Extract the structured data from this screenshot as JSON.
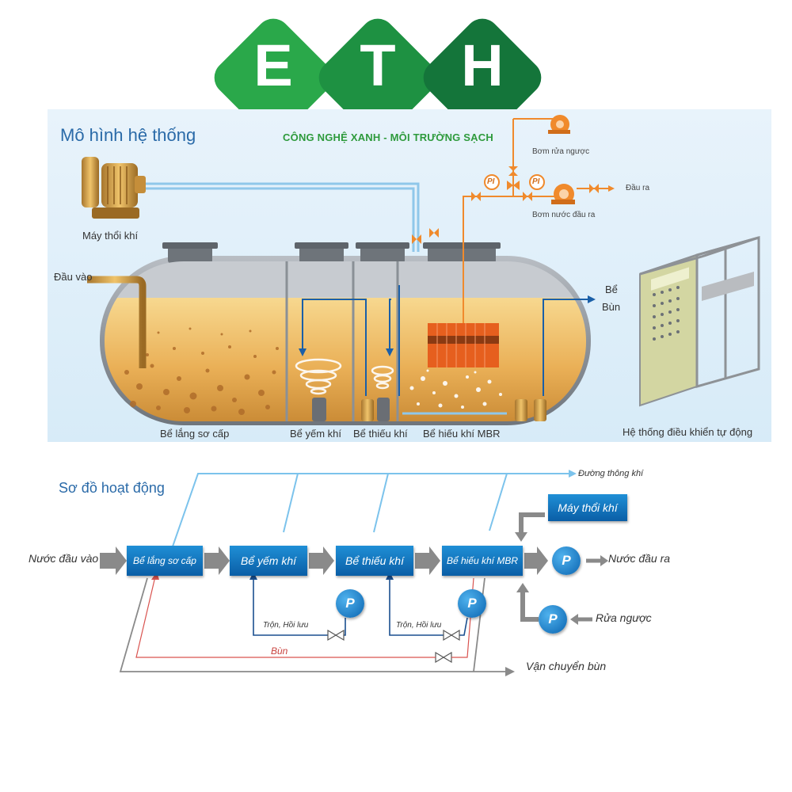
{
  "logo": {
    "letters": [
      "E",
      "T",
      "H"
    ],
    "tagline": "CÔNG NGHỆ XANH - MÔI TRƯỜNG SẠCH",
    "colors": [
      "#2aa84a",
      "#1e9142",
      "#14753a"
    ]
  },
  "model": {
    "title": "Mô hình hệ thống",
    "blower": "Máy thổi khí",
    "inlet": "Đầu vào",
    "sludge_tank_line1": "Bể",
    "sludge_tank_line2": "Bùn",
    "backwash_pump": "Bơm rửa ngược",
    "outlet": "Đầu ra",
    "effluent_pump": "Bơm nước đầu ra",
    "pi_label": "PI",
    "tanks": [
      "Bể lắng sơ cấp",
      "Bể yếm khí",
      "Bể thiếu khí",
      "Bể hiếu khí MBR"
    ],
    "control_system": "Hệ thống điều khiển tự động"
  },
  "flow": {
    "title": "Sơ đồ hoạt động",
    "input": "Nước đầu vào",
    "boxes": [
      "Bể lắng sơ cấp",
      "Bể yếm khí",
      "Bể thiếu khí",
      "Bể hiếu khí MBR"
    ],
    "air_line": "Đường thông khí",
    "blower": "Máy thổi khí",
    "output": "Nước đầu ra",
    "backwash": "Rửa ngược",
    "mix_return": "Trộn, Hồi lưu",
    "sludge": "Bùn",
    "sludge_transport": "Vận chuyển bùn",
    "pump_label": "P"
  },
  "colors": {
    "accent_blue": "#1a7cc6",
    "air_line": "#7cc3ec",
    "sludge_line": "#d9534f",
    "arrow_gray": "#8a8a8a",
    "title_blue": "#2a6aa8"
  }
}
